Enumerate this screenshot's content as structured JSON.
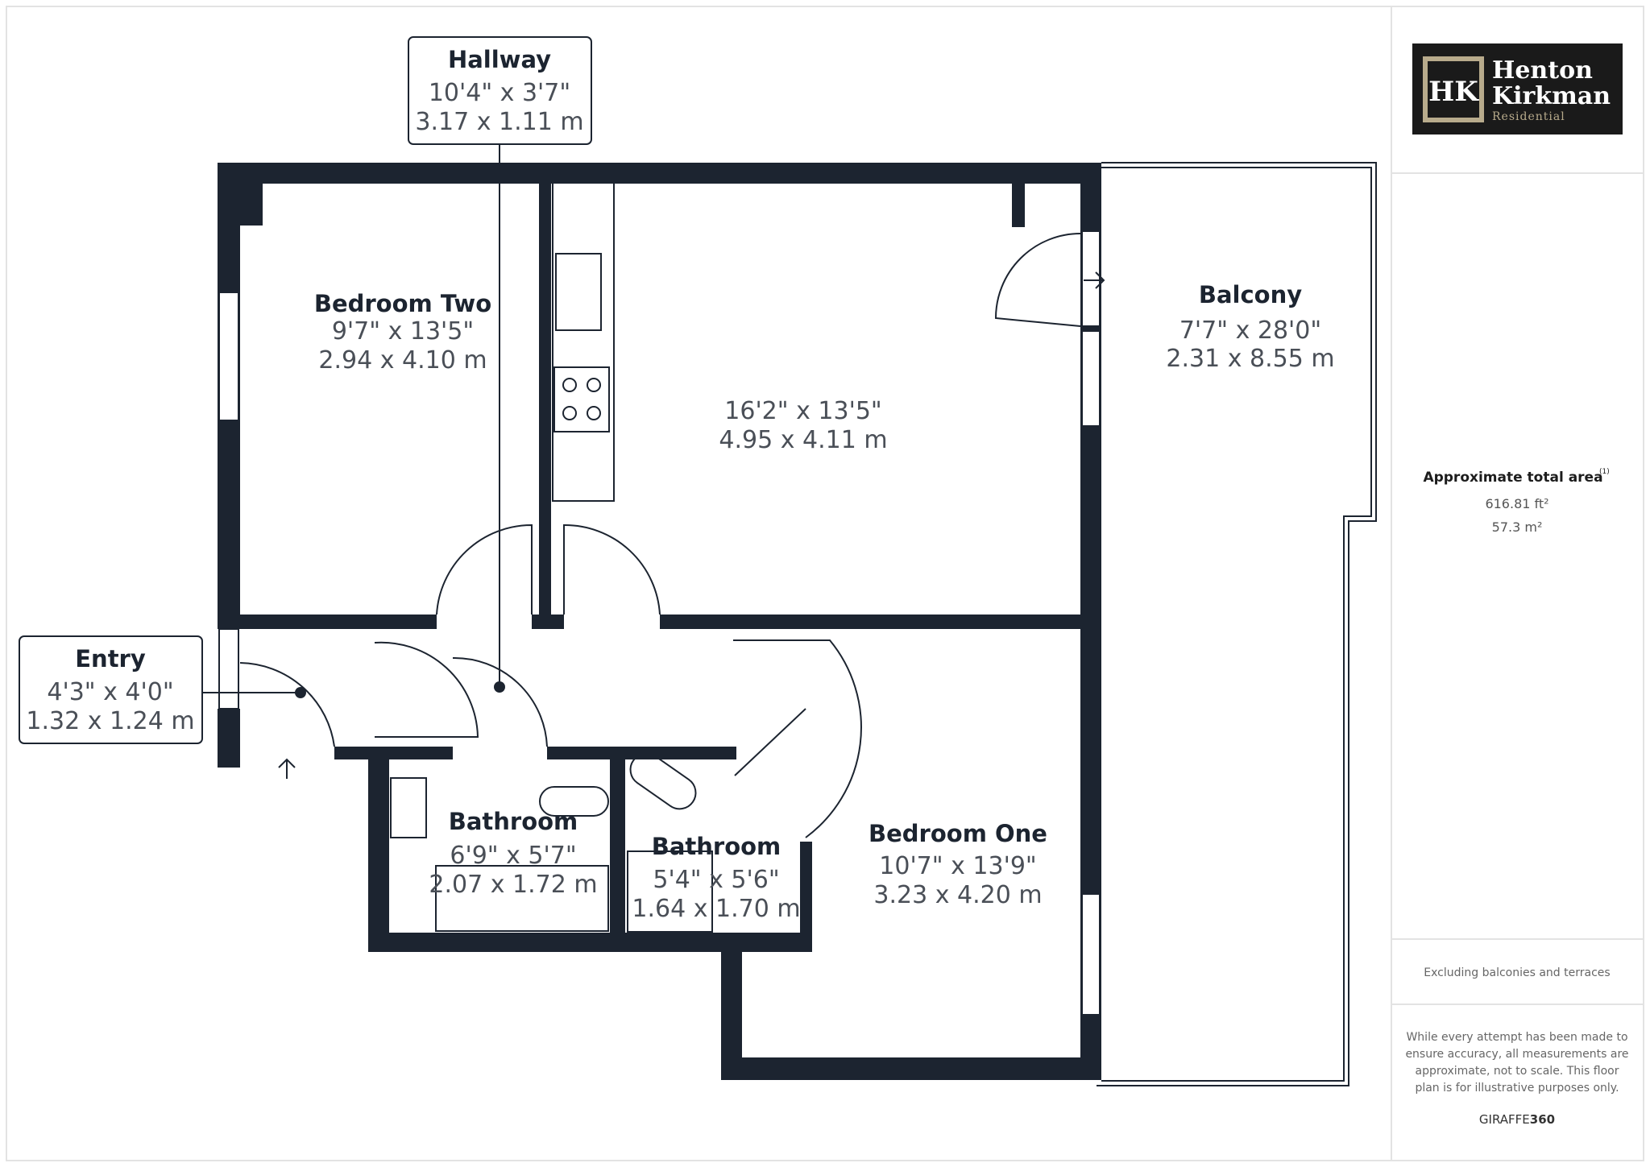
{
  "brand": {
    "name_line1": "Henton",
    "name_line2": "Kirkman",
    "subtitle": "Residential",
    "monogram": "HK",
    "colors": {
      "background": "#1a1a1a",
      "accent": "#b8ab8c",
      "text": "#ffffff"
    }
  },
  "rooms": {
    "hallway": {
      "name": "Hallway",
      "imperial": "10'4\" x 3'7\"",
      "metric": "3.17 x 1.11 m"
    },
    "entry": {
      "name": "Entry",
      "imperial": "4'3\" x 4'0\"",
      "metric": "1.32 x 1.24 m"
    },
    "bedroom_two": {
      "name": "Bedroom Two",
      "imperial": "9'7\" x 13'5\"",
      "metric": "2.94 x 4.10 m"
    },
    "living": {
      "imperial": "16'2\" x 13'5\"",
      "metric": "4.95 x 4.11 m"
    },
    "balcony": {
      "name": "Balcony",
      "imperial": "7'7\" x 28'0\"",
      "metric": "2.31 x 8.55 m"
    },
    "bathroom_one": {
      "name": "Bathroom",
      "imperial": "6'9\" x 5'7\"",
      "metric": "2.07 x 1.72 m"
    },
    "bathroom_two": {
      "name": "Bathroom",
      "imperial": "5'4\" x 5'6\"",
      "metric": "1.64 x 1.70 m"
    },
    "bedroom_one": {
      "name": "Bedroom One",
      "imperial": "10'7\" x 13'9\"",
      "metric": "3.23 x 4.20 m"
    }
  },
  "sidebar": {
    "area_title": "Approximate total area",
    "area_note_mark": "(1)",
    "area_ft": "616.81 ft²",
    "area_m": "57.3 m²",
    "exclusion_note": "Excluding balconies and terraces",
    "disclaimer_lines": [
      "While every attempt has been made to",
      "ensure accuracy, all measurements are",
      "approximate, not to scale. This floor",
      "plan is for illustrative purposes only."
    ],
    "credit_light": "GIRAFFE",
    "credit_bold": "360"
  },
  "colors": {
    "wall": "#1c2430",
    "label_text": "#4a4f57"
  }
}
